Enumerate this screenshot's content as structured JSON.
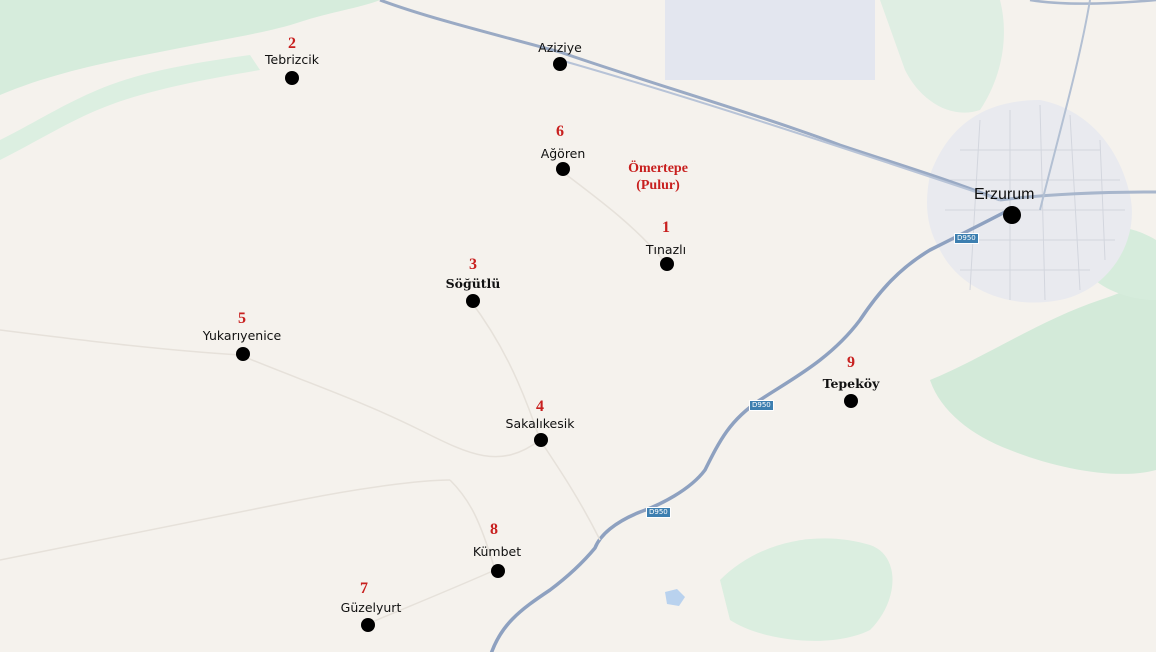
{
  "colors": {
    "land": "#f5f2ed",
    "green": "#cde9d6",
    "water": "#c4d6ef",
    "road": "#a8b6cc",
    "marker": "#000000",
    "number": "#c8201f"
  },
  "places": [
    {
      "id": "tebrizcik",
      "name": "Tebrizcik",
      "number": "2"
    },
    {
      "id": "aziziye",
      "name": "Aziziye",
      "number": ""
    },
    {
      "id": "agoren",
      "name": "Ağören",
      "number": "6"
    },
    {
      "id": "tinazli",
      "name": "Tınazlı",
      "number": "1"
    },
    {
      "id": "sogutlu",
      "name": "Söğütlü",
      "number": "3"
    },
    {
      "id": "yukariyenice",
      "name": "Yukarıyenice",
      "number": "5"
    },
    {
      "id": "sakalikesik",
      "name": "Sakalıkesik",
      "number": "4"
    },
    {
      "id": "tepekoy",
      "name": "Tepeköy",
      "number": "9"
    },
    {
      "id": "kumbet",
      "name": "Kümbet",
      "number": "8"
    },
    {
      "id": "guzelyurt",
      "name": "Güzelyurt",
      "number": "7"
    },
    {
      "id": "erzurum",
      "name": "Erzurum",
      "number": ""
    }
  ],
  "site": {
    "line1": "Ömertepe",
    "line2": "(Pulur)"
  },
  "road_shields": [
    "D950",
    "D950",
    "D950"
  ]
}
